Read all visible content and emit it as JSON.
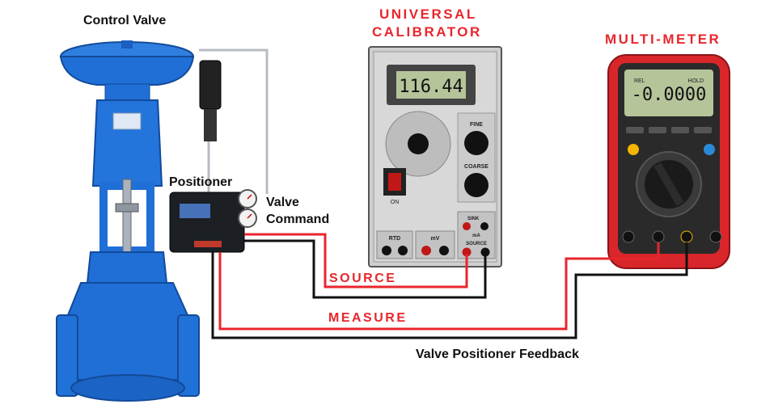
{
  "labels": {
    "control_valve": "Control Valve",
    "positioner": "Positioner",
    "valve_command_line1": "Valve",
    "valve_command_line2": "Command",
    "universal_calibrator_line1": "UNIVERSAL",
    "universal_calibrator_line2": "CALIBRATOR",
    "multimeter": "MULTI-METER",
    "source": "SOURCE",
    "measure": "MEASURE",
    "feedback": "Valve Positioner Feedback"
  },
  "calibrator": {
    "display": "116.44",
    "fine_label": "FINE",
    "coarse_label": "COARSE",
    "rtd_label": "RTD",
    "mv_label": "mV",
    "sink_label": "SINK",
    "ma_label": "mA",
    "source_port_label": "SOURCE",
    "on_label": "ON"
  },
  "multimeter": {
    "display": "-0.0000",
    "hold_label": "HOLD",
    "relative_label": "REL"
  },
  "colors": {
    "wire_red": "#e8262c",
    "wire_black": "#111111",
    "valve_blue": "#1f6fd6",
    "meter_red": "#d9262b",
    "calibrator_gray": "#c9c9c9",
    "lcd_green": "#b6c49a"
  }
}
